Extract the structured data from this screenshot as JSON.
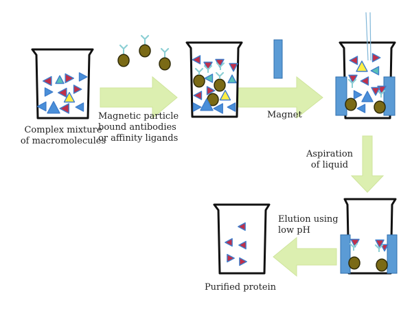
{
  "labels": {
    "complex_mixture": [
      "Complex mixture",
      "of macromolecules"
    ],
    "magnetic_particle": [
      "Magnetic particle",
      "bound antibodies",
      "or affinity ligands"
    ],
    "magnet": "Magnet",
    "aspiration": [
      "Aspiration",
      "of liquid"
    ],
    "elution": [
      "Elution using",
      "low pH"
    ],
    "purified_protein": "Purified protein"
  },
  "colors": {
    "arrow_fill": "#dcefb0",
    "arrow_stroke": "#cfe49c",
    "magnet": "#5b9bd5",
    "magnet_stroke": "#2f6fae",
    "bead": "#7a6a16",
    "bead_stroke": "#2e2a08",
    "antibody": "#8ccfd4",
    "triangle_blue": "#4a8fd9",
    "triangle_red": "#c0304a",
    "triangle_teal": "#58c0b8",
    "triangle_yellow": "#ffee44",
    "beaker_stroke": "#111111"
  },
  "icons": [
    "beaker",
    "magnetic-bead",
    "antibody",
    "magnet",
    "flow-arrow",
    "aspiration-tube",
    "protein-triangle"
  ]
}
